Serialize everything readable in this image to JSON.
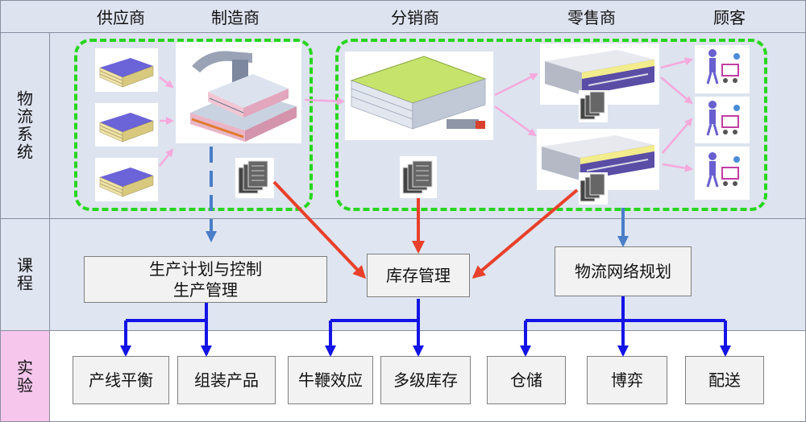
{
  "columns": {
    "supplier": "供应商",
    "manufacturer": "制造商",
    "distributor": "分销商",
    "retailer": "零售商",
    "customer": "顾客"
  },
  "rows": {
    "logistics": "物流系统",
    "course": "课程",
    "experiment": "实验"
  },
  "courses": {
    "production_line1": "生产计划与控制",
    "production_line2": "生产管理",
    "inventory": "库存管理",
    "network": "物流网络规划"
  },
  "experiments": {
    "line_balance": "产线平衡",
    "assembly": "组装产品",
    "bullwhip": "牛鞭效应",
    "multi_echelon": "多级库存",
    "warehouse": "仓储",
    "game": "博弈",
    "delivery": "配送"
  },
  "colors": {
    "band_top": "#dde3ef",
    "band_mid": "#dfe5f1",
    "experiment_label_bg": "#f6c6ec",
    "dashed_group": "#27d61e",
    "red_arrow": "#e8402a",
    "blue_tree": "#1414e6",
    "steel_arrow": "#4a7ec8",
    "pink_arrow": "#f6a9dc"
  }
}
